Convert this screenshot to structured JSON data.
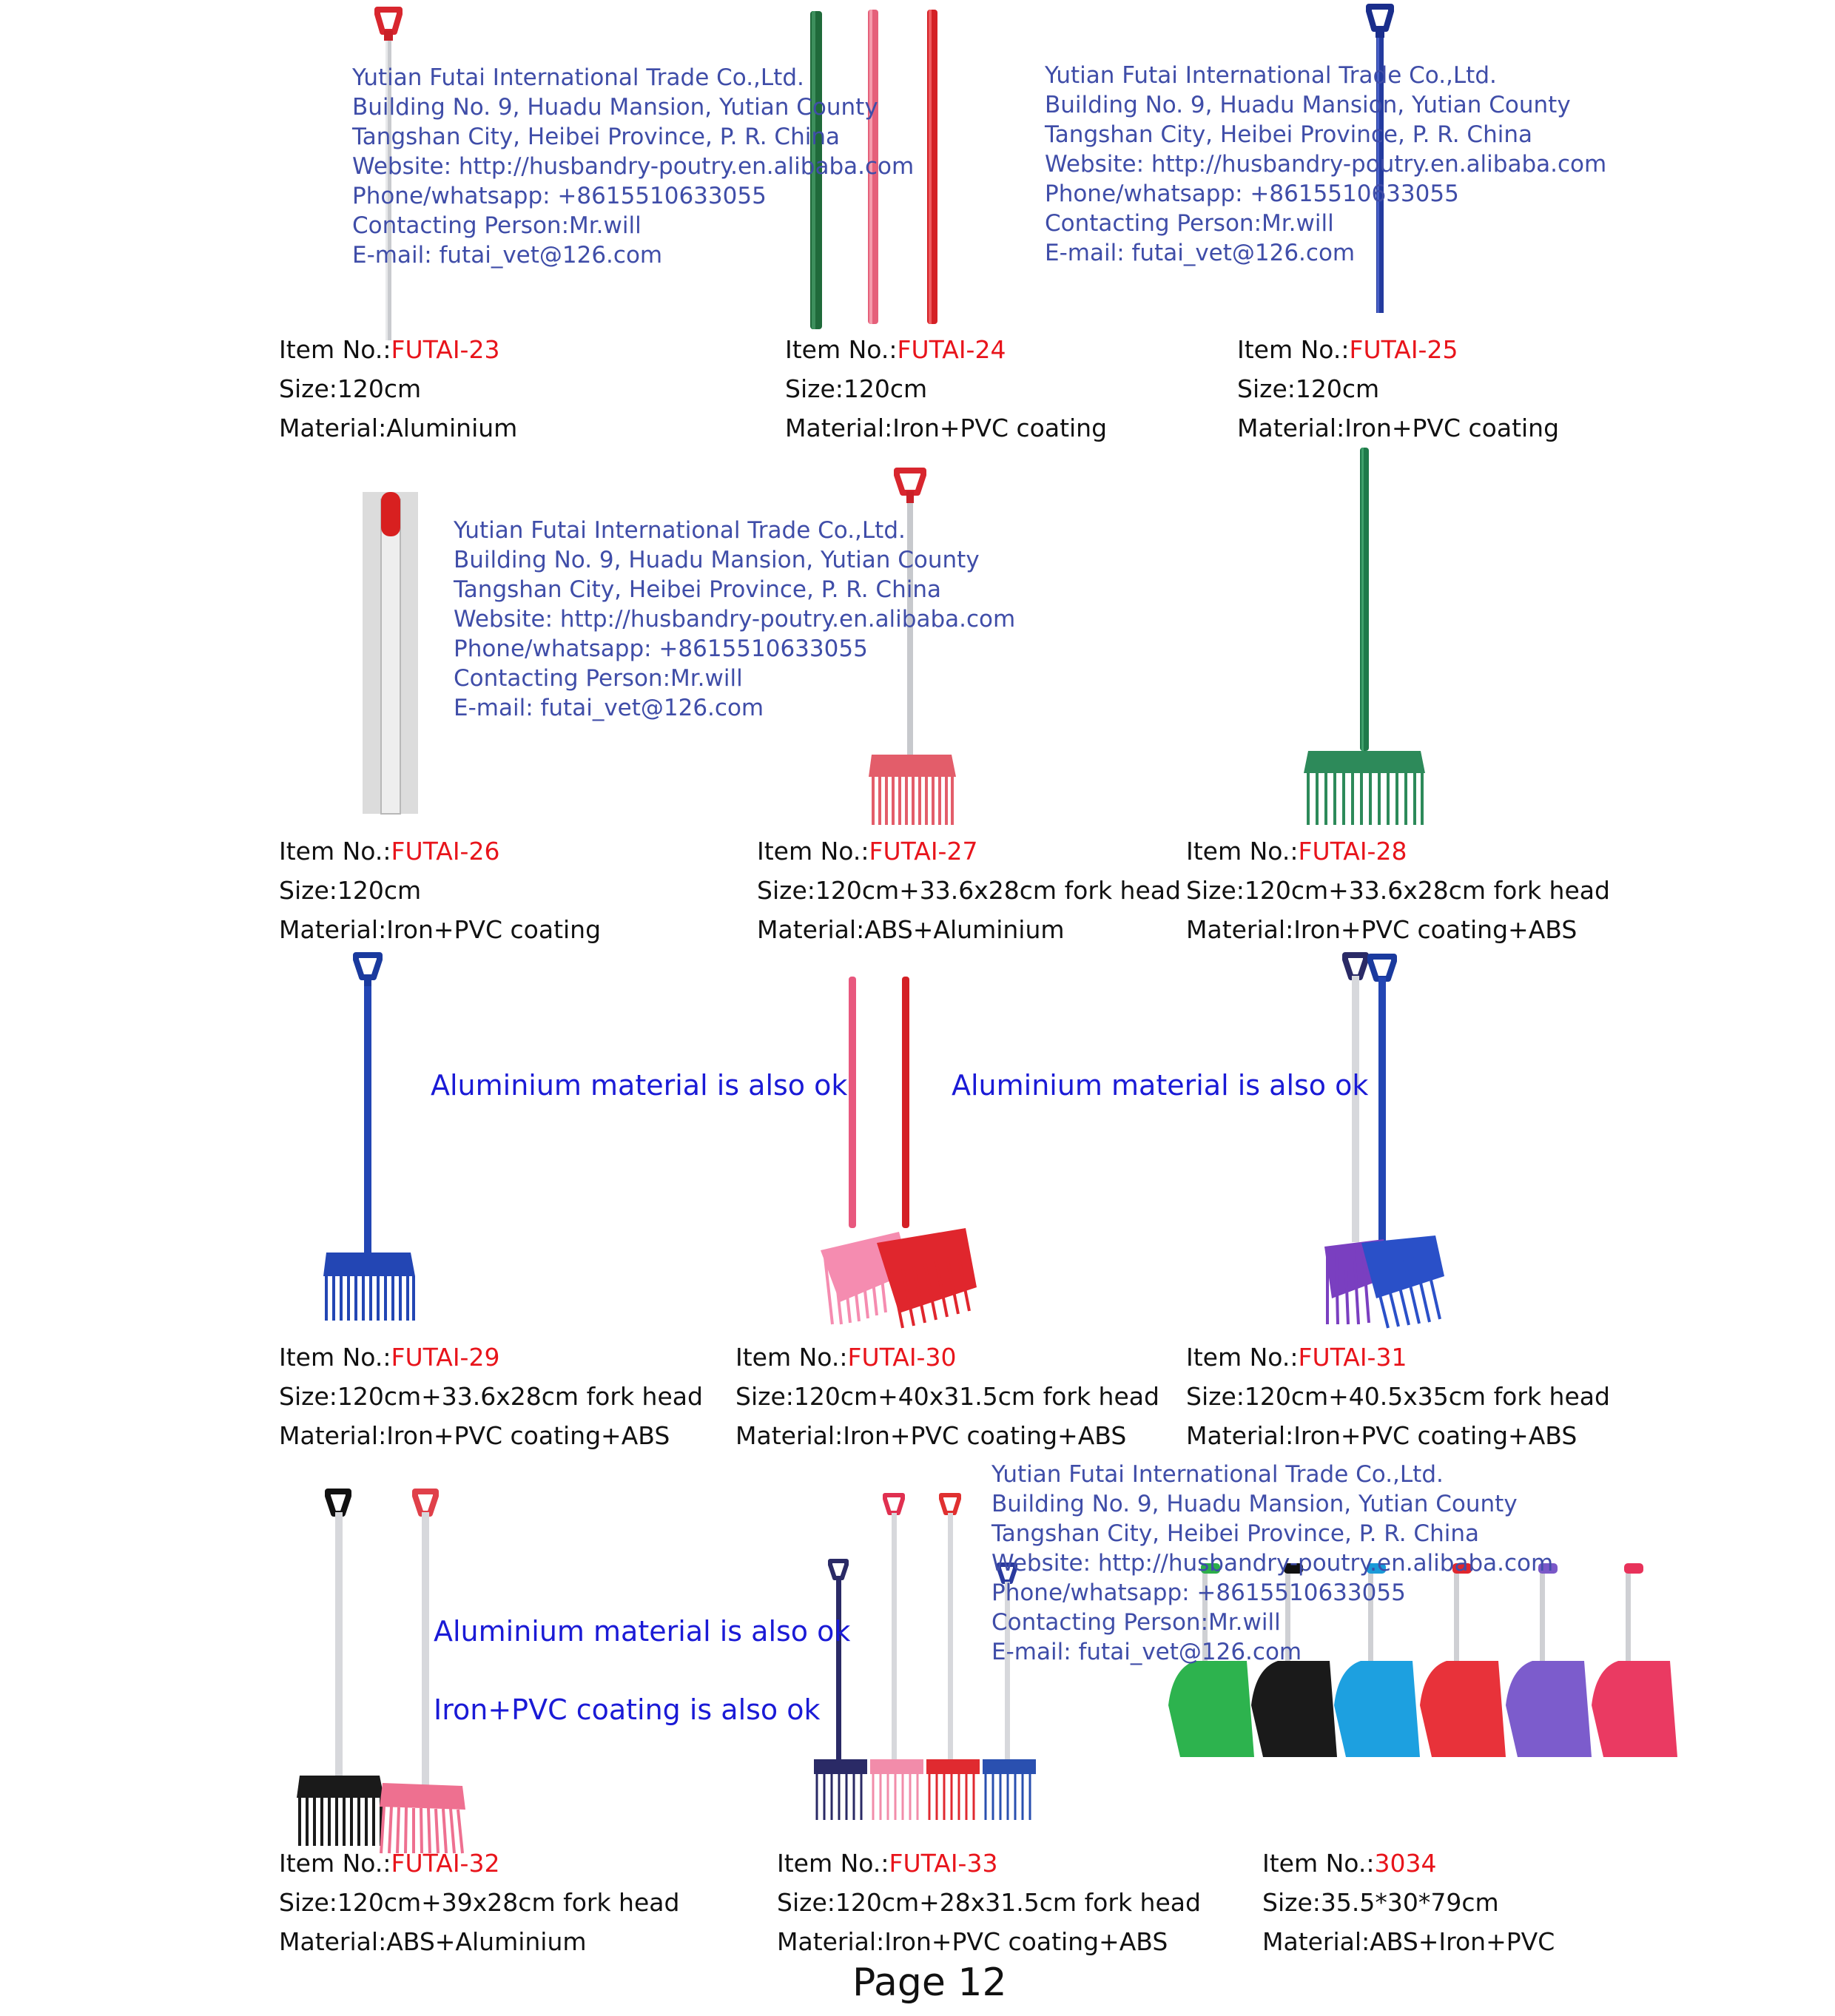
{
  "company": {
    "name": "Yutian Futai International Trade Co.,Ltd.",
    "address1": "Building No. 9, Huadu Mansion, Yutian County",
    "address2": "Tangshan City, Heibei Province, P. R. China",
    "website": "Website: http://husbandry-poutry.en.alibaba.com",
    "phone": "Phone/whatsapp: +8615510633055",
    "contact": "Contacting Person:Mr.will",
    "email": "E-mail: futai_vet@126.com"
  },
  "labels": {
    "item": "Item No.:",
    "size": "Size:",
    "material": "Material:"
  },
  "notes": {
    "aluminium": "Aluminium  material is also ok",
    "iron_pvc": "Iron+PVC coating is also ok"
  },
  "products": [
    {
      "item": "FUTAI-23",
      "size": "120cm",
      "material": "Aluminium"
    },
    {
      "item": "FUTAI-24",
      "size": "120cm",
      "material": "Iron+PVC coating"
    },
    {
      "item": "FUTAI-25",
      "size": "120cm",
      "material": "Iron+PVC coating"
    },
    {
      "item": "FUTAI-26",
      "size": "120cm",
      "material": "Iron+PVC coating"
    },
    {
      "item": "FUTAI-27",
      "size": "120cm+33.6x28cm fork head",
      "material": "ABS+Aluminium"
    },
    {
      "item": "FUTAI-28",
      "size": "120cm+33.6x28cm fork head",
      "material": "Iron+PVC coating+ABS"
    },
    {
      "item": "FUTAI-29",
      "size": "120cm+33.6x28cm fork head",
      "material": "Iron+PVC coating+ABS"
    },
    {
      "item": "FUTAI-30",
      "size": "120cm+40x31.5cm fork head",
      "material": "Iron+PVC coating+ABS"
    },
    {
      "item": "FUTAI-31",
      "size": "120cm+40.5x35cm fork head",
      "material": "Iron+PVC coating+ABS"
    },
    {
      "item": "FUTAI-32",
      "size": "120cm+39x28cm fork head",
      "material": "ABS+Aluminium"
    },
    {
      "item": "FUTAI-33",
      "size": "120cm+28x31.5cm fork head",
      "material": "Iron+PVC coating+ABS"
    },
    {
      "item": "3034",
      "size": "35.5*30*79cm",
      "material": "ABS+Iron+PVC"
    }
  ],
  "page": "Page 12",
  "colors": {
    "item_number": "#e8141b",
    "company_text": "#3f4da8",
    "note_text": "#1a1ad6"
  }
}
